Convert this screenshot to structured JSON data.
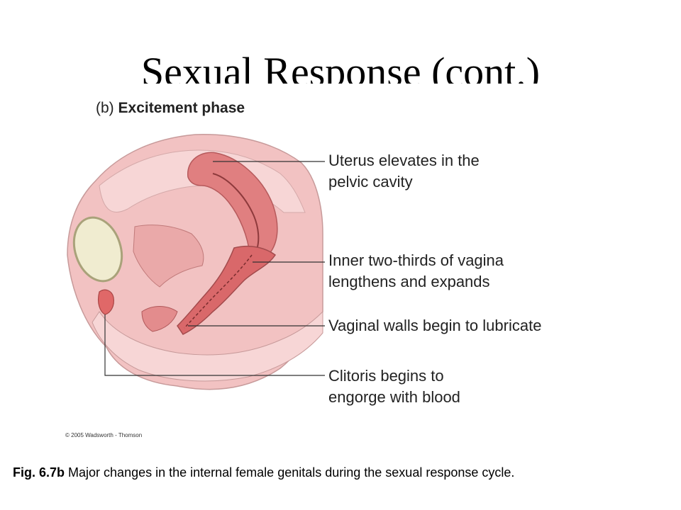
{
  "slide": {
    "title": "Sexual Response (cont.)"
  },
  "figure": {
    "panel_letter": "(b)",
    "panel_title": "Excitement phase",
    "callouts": [
      {
        "line1": "Uterus elevates in the",
        "line2": "pelvic cavity"
      },
      {
        "line1": "Inner two-thirds of vagina",
        "line2": "lengthens and expands"
      },
      {
        "line1": "Vaginal walls begin to lubricate",
        "line2": ""
      },
      {
        "line1": "Clitoris begins to",
        "line2": "engorge with blood"
      }
    ],
    "copyright": "© 2005 Wadsworth - Thomson",
    "colors": {
      "skin": "#f2c2c2",
      "skin_light": "#f7d6d6",
      "tissue_dark": "#d9686a",
      "bone": "#f0ecd0",
      "bone_edge": "#a9a27a",
      "outline": "#c79a9a",
      "leader": "#333333"
    }
  },
  "caption": {
    "figure_ref": "Fig. 6.7b",
    "text": "Major changes in the internal female genitals during the sexual response cycle."
  }
}
